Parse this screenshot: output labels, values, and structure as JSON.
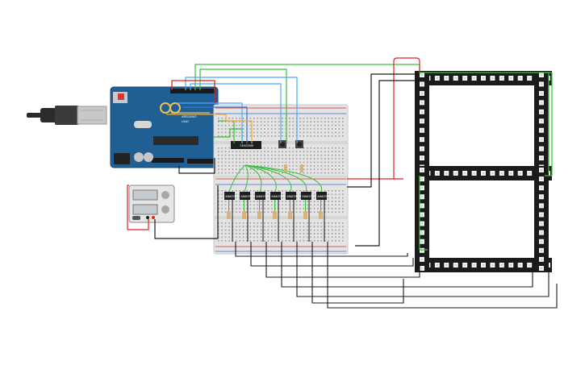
{
  "board": {
    "logo_text": "ARDUINO",
    "subtitle_text": "UNO"
  },
  "chips": {
    "shift_register": "74HC595",
    "driver": "MMOS"
  },
  "colors": {
    "board": "#1f5f93",
    "breadboard": "#e4e4e4",
    "rail_red": "#d62b2b",
    "rail_blue": "#2f6fd6",
    "wire_green": "#3bbf3b",
    "wire_blue": "#4aa8ff",
    "wire_red": "#e02020",
    "wire_black": "#1a1a1a",
    "led_strip": "#1b1b1b"
  },
  "components": {
    "usb_cable": "usb-connector",
    "power_supply": "dual-power-supply",
    "buttons": 2,
    "driver_count": 7,
    "digit_segments": 7
  }
}
